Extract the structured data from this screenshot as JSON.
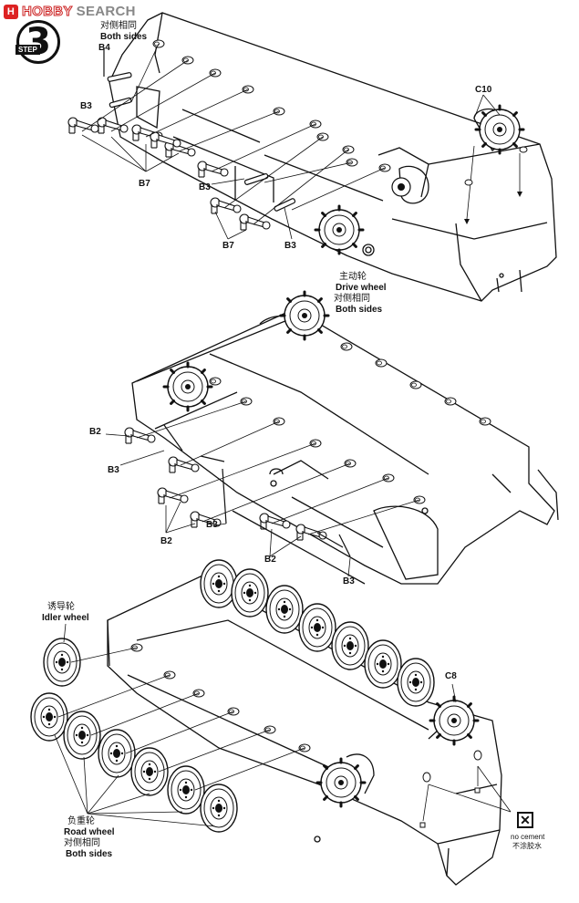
{
  "watermark": {
    "badge": "H",
    "brand": "HOBBY",
    "word": "SEARCH"
  },
  "step": {
    "number": "3",
    "word": "STEP"
  },
  "top_section": {
    "both_sides_cn": "对侧相同",
    "both_sides_en": "Both sides",
    "b4": "B4",
    "b3_a": "B3",
    "b7_a": "B7",
    "b3_b": "B3",
    "b7_b": "B7",
    "b3_c": "B3",
    "c10": "C10",
    "drive_wheel_cn": "主动轮",
    "drive_wheel_en": "Drive wheel",
    "drive_both_cn": "对侧相同",
    "drive_both_en": "Both sides"
  },
  "middle_section": {
    "b2_a": "B2",
    "b3_a": "B3",
    "b3_b": "B3",
    "b2_b": "B2",
    "b2_c": "B2",
    "b3_c": "B3"
  },
  "bottom_section": {
    "idler_cn": "诱导轮",
    "idler_en": "Idler wheel",
    "c8": "C8",
    "road_wheel_cn": "负重轮",
    "road_wheel_en": "Road wheel",
    "road_both_cn": "对侧相同",
    "road_both_en": "Both sides",
    "no_cement_en": "no cement",
    "no_cement_cn": "不涂胶水"
  }
}
